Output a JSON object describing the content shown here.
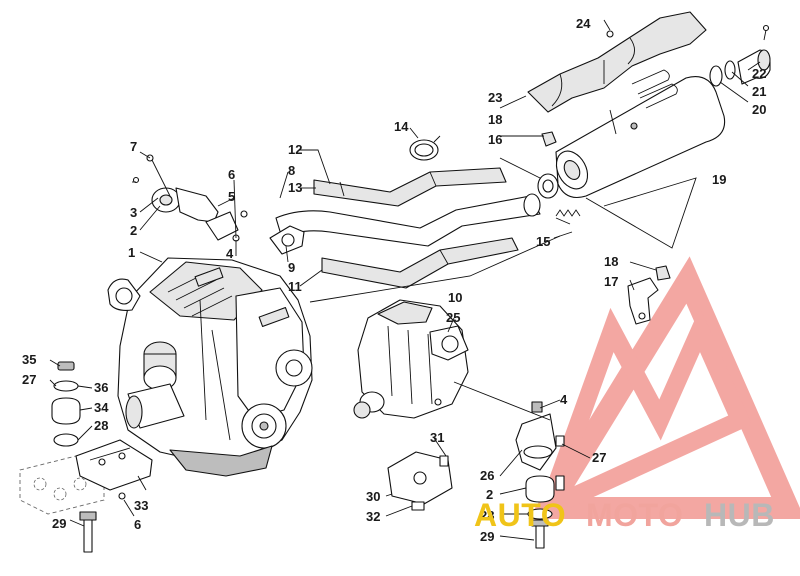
{
  "watermark": {
    "auto": "AUTO",
    "moto": "MOTO",
    "hub": "HUB",
    "colors": {
      "auto": "#f0c419",
      "moto": "#f1a49d",
      "hub": "#b8b8b8",
      "logo": "#f08a84"
    }
  },
  "callouts": {
    "c1": "1",
    "c2a": "2",
    "c2b": "2",
    "c3": "3",
    "c4a": "4",
    "c4b": "4",
    "c5": "5",
    "c6a": "6",
    "c6b": "6",
    "c7": "7",
    "c8": "8",
    "c9": "9",
    "c10": "10",
    "c11": "11",
    "c12": "12",
    "c13": "13",
    "c14": "14",
    "c15": "15",
    "c16": "16",
    "c17": "17",
    "c18a": "18",
    "c18b": "18",
    "c19": "19",
    "c20": "20",
    "c21": "21",
    "c22": "22",
    "c23": "23",
    "c24": "24",
    "c25": "25",
    "c26": "26",
    "c27a": "27",
    "c27b": "27",
    "c28a": "28",
    "c28b": "28",
    "c29a": "29",
    "c29b": "29",
    "c30": "30",
    "c31": "31",
    "c32": "32",
    "c33": "33",
    "c34": "34",
    "c35": "35",
    "c36": "36"
  }
}
